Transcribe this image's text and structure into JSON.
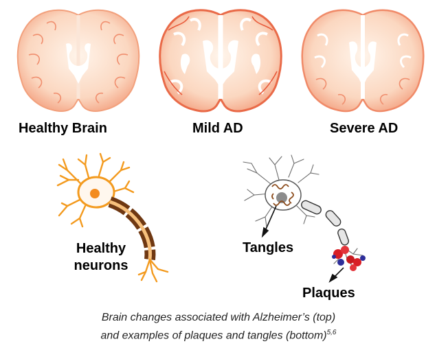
{
  "brains": {
    "healthy_label": "Healthy Brain",
    "mild_label": "Mild AD",
    "severe_label": "Severe AD"
  },
  "neurons": {
    "healthy_line1": "Healthy",
    "healthy_line2": "neurons",
    "tangles_label": "Tangles",
    "plaques_label": "Plaques"
  },
  "caption": {
    "line1": "Brain changes associated with Alzheimer’s (top)",
    "line2": "and examples of plaques and tangles (bottom)",
    "refs": "5,6"
  },
  "colors": {
    "brain_fill": "#f9c9ad",
    "brain_edge": "#e85a3a",
    "healthy_neuron": "#f39a1e",
    "myelin": "#7a3f14",
    "tangle": "#8b4a1a",
    "plaque_red": "#d81f26",
    "plaque_blue": "#2d2e9a"
  }
}
